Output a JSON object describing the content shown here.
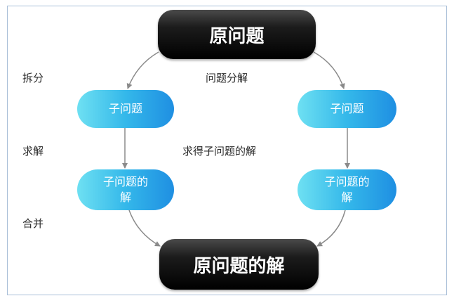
{
  "diagram": {
    "root": "原问题",
    "result": "原问题的解",
    "left_branch": {
      "subproblem": "子问题",
      "solution_line1": "子问题的",
      "solution_line2": "解"
    },
    "right_branch": {
      "subproblem": "子问题",
      "solution_line1": "子问题的",
      "solution_line2": "解"
    },
    "steps": [
      "拆分",
      "求解",
      "合并"
    ],
    "annotations": {
      "decompose": "问题分解",
      "solve": "求得子问题的解"
    }
  },
  "colors": {
    "dark_node": "#000000",
    "blue_node_light": "#6ee0f2",
    "blue_node_dark": "#1f8fe2",
    "arrow": "#8a8a8a",
    "frame": "#a9bfd8"
  }
}
